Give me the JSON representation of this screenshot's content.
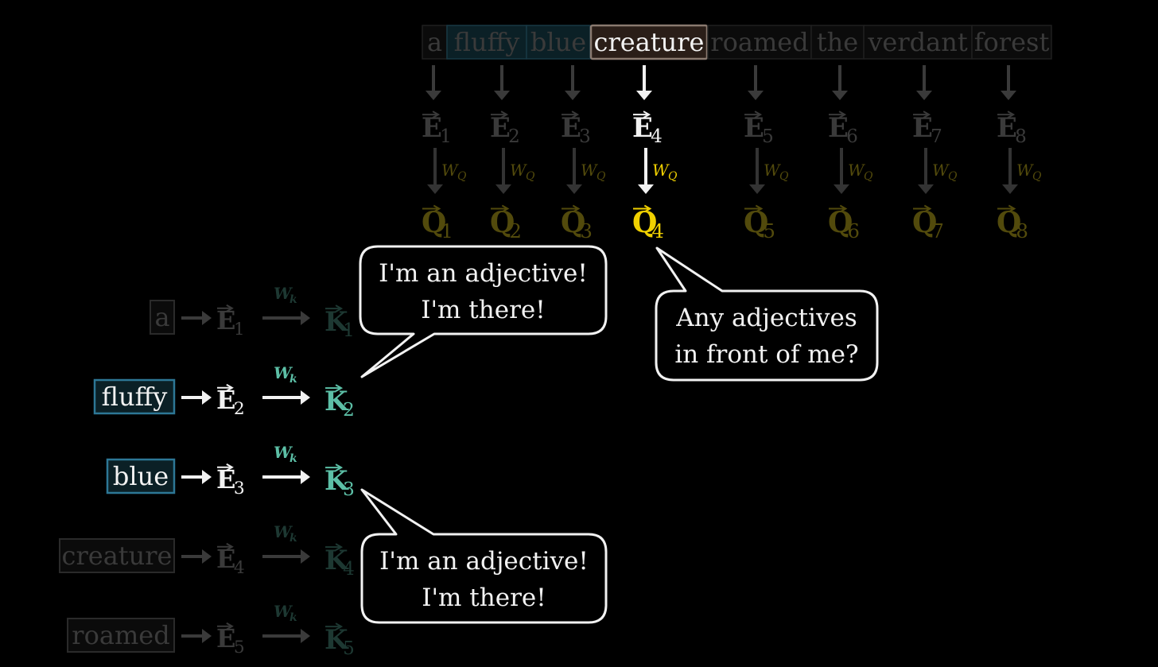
{
  "sentence": {
    "tokens": [
      "a",
      "fluffy",
      "blue",
      "creature",
      "roamed",
      "the",
      "verdant",
      "forest"
    ],
    "focus_index": 3,
    "highlight_indices": [
      1,
      2
    ]
  },
  "embedding_symbol": "E",
  "query_symbol": "Q",
  "key_symbol": "K",
  "query_matrix_label": "W",
  "query_matrix_sub": "Q",
  "key_matrix_label": "W",
  "key_matrix_sub": "k",
  "key_rows": [
    {
      "token": "a",
      "index": 1,
      "active": false
    },
    {
      "token": "fluffy",
      "index": 2,
      "active": true
    },
    {
      "token": "blue",
      "index": 3,
      "active": true
    },
    {
      "token": "creature",
      "index": 4,
      "active": false
    },
    {
      "token": "roamed",
      "index": 5,
      "active": false
    }
  ],
  "bubbles": {
    "query": [
      "Any adjectives",
      "in front of me?"
    ],
    "key_fluffy": [
      "I'm an adjective!",
      "I'm there!"
    ],
    "key_blue": [
      "I'm an adjective!",
      "I'm there!"
    ]
  },
  "colors": {
    "background": "#000000",
    "active_text": "#f2f2f2",
    "dim_text": "#3a3a3a",
    "query_active": "#f0d000",
    "query_dim": "#524a0c",
    "key_active": "#5cbfa6",
    "key_dim": "#1d3832",
    "highlight_box": "#2d7796",
    "highlight_fill": "#0b2026",
    "focus_box": "#8a7a70",
    "focus_fill": "#2a1e18"
  }
}
